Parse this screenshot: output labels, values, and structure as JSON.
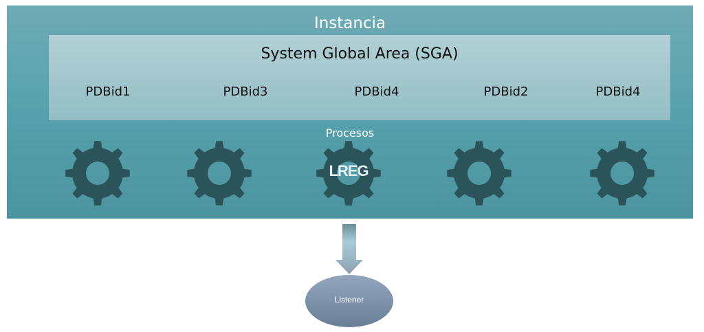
{
  "instance": {
    "title": "Instancia",
    "sga": {
      "title": "System Global Area (SGA)",
      "pdbs": [
        "PDBid1",
        "PDBid3",
        "PDBid4",
        "PDBid2",
        "PDBid4"
      ]
    },
    "processes": {
      "label": "Procesos",
      "gears": [
        {
          "icon": "gear-icon",
          "label": ""
        },
        {
          "icon": "gear-icon",
          "label": ""
        },
        {
          "icon": "gear-icon",
          "label": "LREG"
        },
        {
          "icon": "gear-icon",
          "label": ""
        },
        {
          "icon": "gear-icon",
          "label": ""
        }
      ]
    }
  },
  "connector": {
    "icon": "arrow-down-icon"
  },
  "listener": {
    "label": "Listener"
  },
  "colors": {
    "instance_top": "#6fabb5",
    "instance_bottom": "#4b939f",
    "sga_top": "#b1d0d5",
    "sga_bottom": "#93bec6",
    "gear": "#2b535a",
    "listener": "#7c90aa"
  }
}
